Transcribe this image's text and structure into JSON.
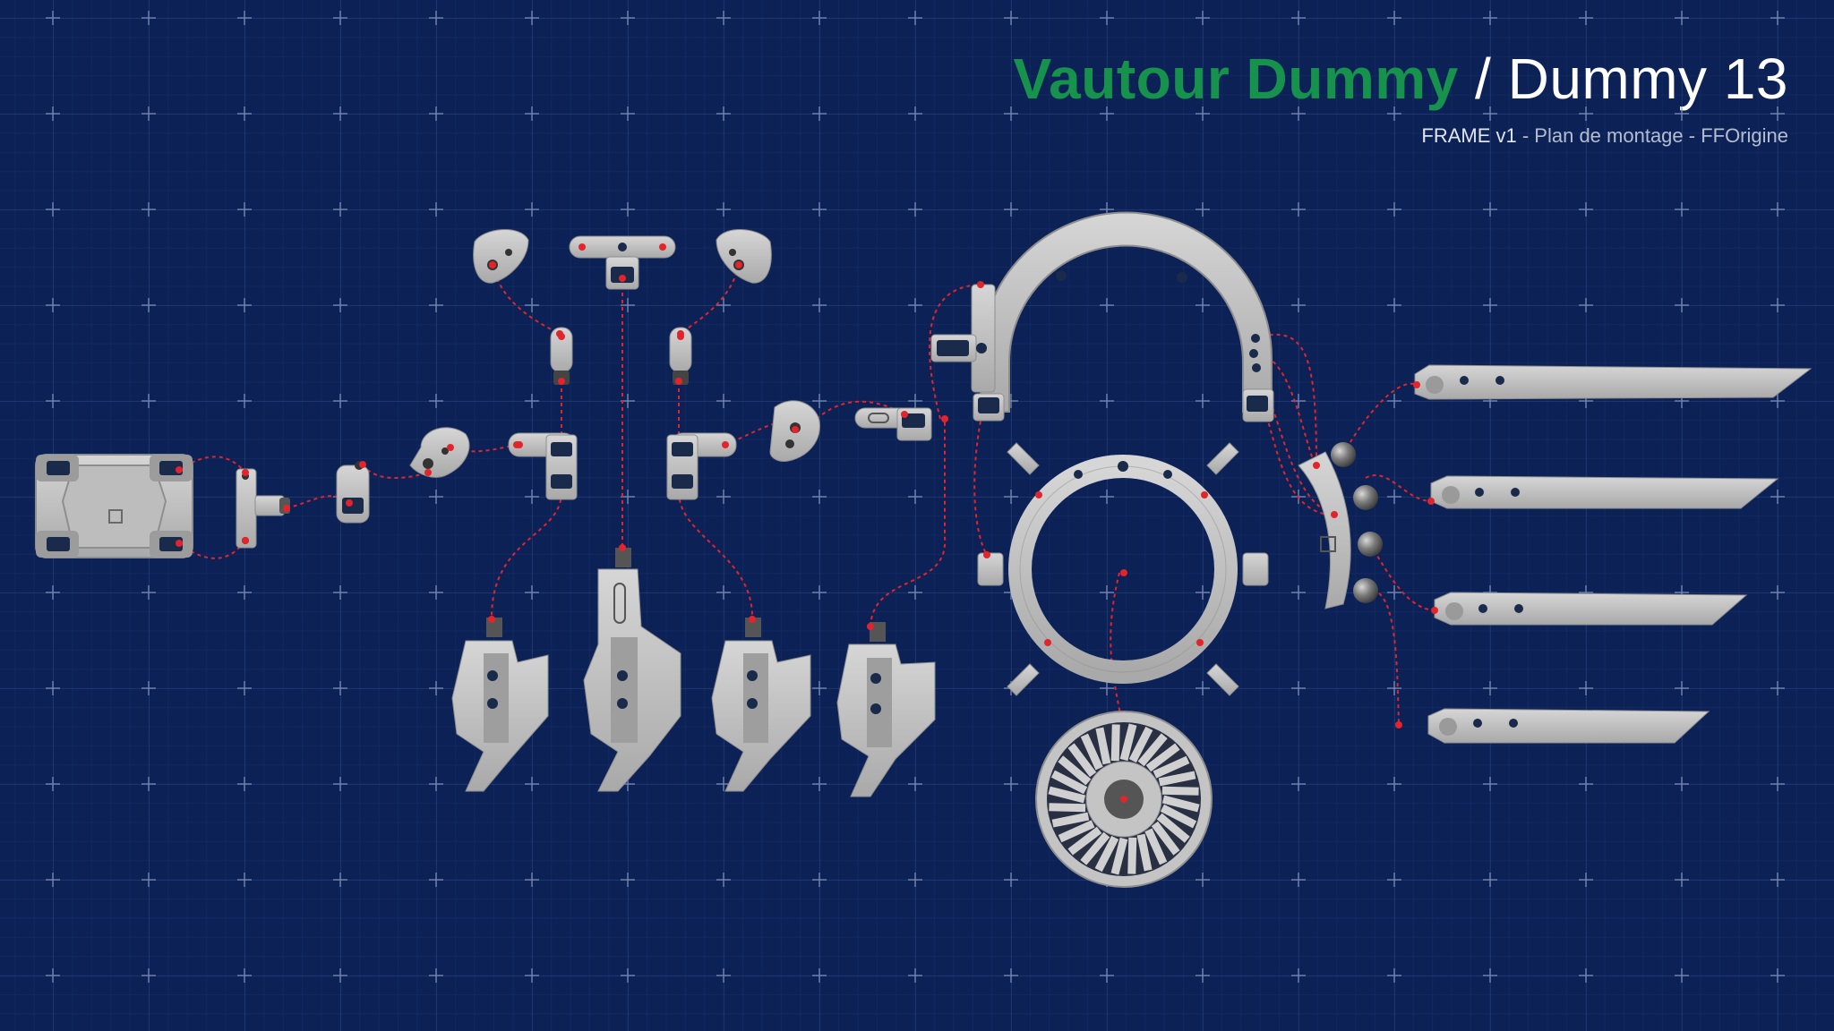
{
  "header": {
    "title_brand": "Vautour Dummy",
    "title_separator": " / ",
    "title_model": "Dummy 13",
    "subtitle_frame": "FRAME v1",
    "subtitle_rest": " - Plan de montage - FFOrigine"
  },
  "colors": {
    "background": "#0c2257",
    "grid_cross": "#8a9bc4",
    "brand_green": "#17924d",
    "part_grey": "#c8c8c8",
    "part_dark": "#4a4a4a",
    "connector_red": "#e2242c"
  },
  "parts": [
    "torso-core",
    "waist-joint",
    "hip-socket",
    "shoulder-claw-left",
    "shoulder-claw-right",
    "upper-crossbar",
    "arm-pin-left",
    "arm-pin-right",
    "elbow-bracket-left",
    "elbow-bracket-right",
    "small-claw-left",
    "small-claw-right",
    "slide-bracket",
    "leg-armor-1",
    "leg-armor-2",
    "leg-armor-3",
    "leg-armor-4",
    "wing-arch",
    "ring-frame",
    "turbine-fan",
    "feather-mount",
    "ball-joint-1",
    "ball-joint-2",
    "ball-joint-3",
    "ball-joint-4",
    "blade-1",
    "blade-2",
    "blade-3",
    "blade-4"
  ]
}
